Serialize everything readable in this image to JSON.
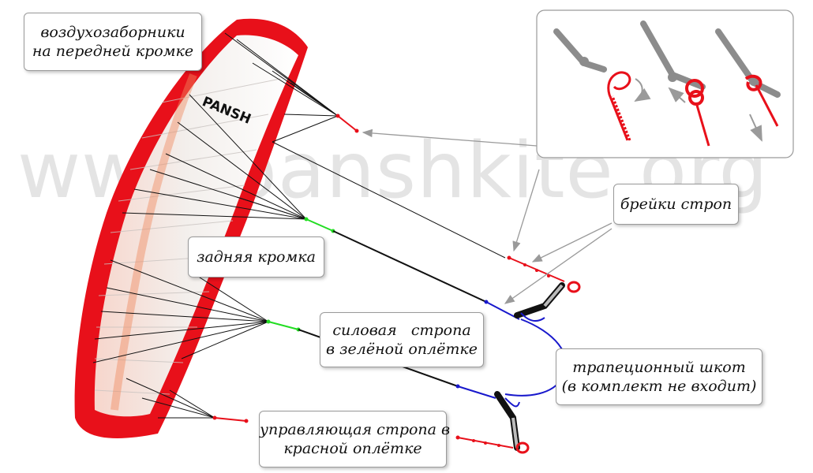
{
  "watermark": "www.panshkite.org",
  "brand_on_kite": "PANSH",
  "labels": {
    "intakes": [
      "воздухозаборники",
      "на передней кромке"
    ],
    "bridle_breaks": [
      "брейки строп"
    ],
    "trailing_edge": [
      "задняя кромка"
    ],
    "power_line": [
      "силовая   стропа",
      "в зелёной оплётке"
    ],
    "trapeze_sheet": [
      "трапеционный шкот",
      "(в комплект не входит)"
    ],
    "control_line": [
      "управляющая стропа в",
      "красной оплётке"
    ]
  },
  "colors": {
    "kite_red": "#e8101a",
    "kite_white": "#f6f4f2",
    "line_black": "#111111",
    "sleeve_green": "#22dd22",
    "sleeve_red": "#e8101a",
    "trapeze_blue": "#1818cc",
    "arrow_gray": "#9a9a9a",
    "rope_gray": "#8c8c8c"
  },
  "icons": [
    "kite-canopy",
    "knot-step-1",
    "knot-step-2",
    "knot-step-3",
    "control-bar-handle"
  ]
}
